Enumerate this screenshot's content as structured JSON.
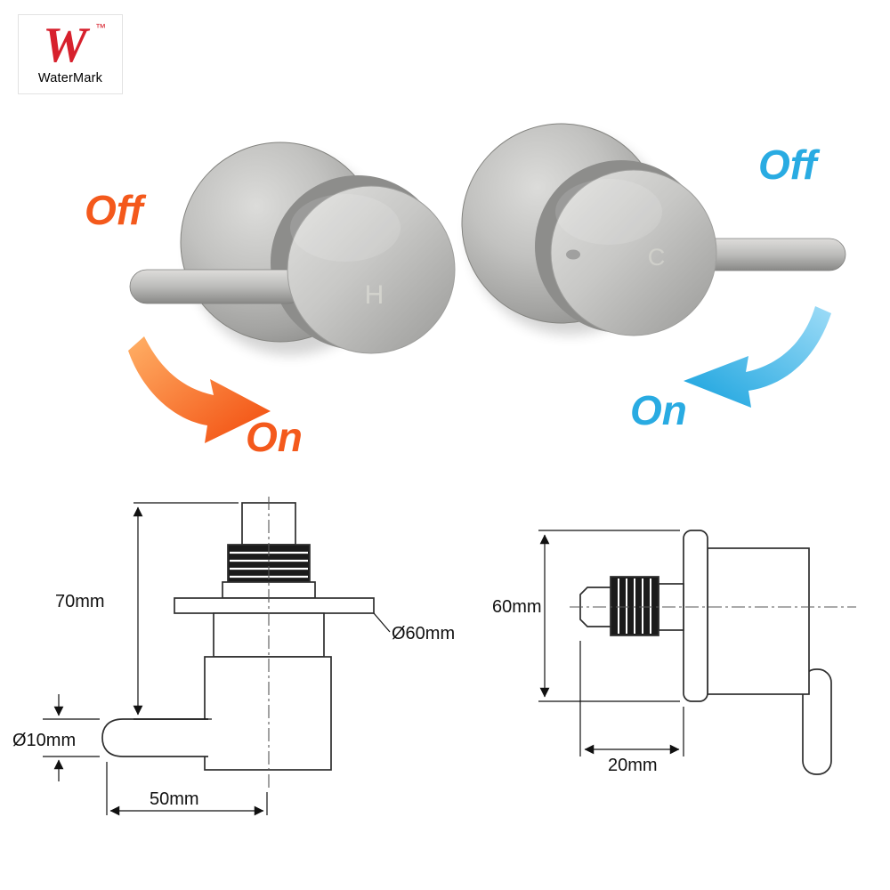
{
  "certification": {
    "letter": "W",
    "trademark": "™",
    "name": "WaterMark"
  },
  "hot_valve": {
    "marking": "H",
    "off_label": "Off",
    "on_label": "On",
    "accent_color": "#f4591c",
    "rotation": "clockwise"
  },
  "cold_valve": {
    "marking": "C",
    "off_label": "Off",
    "on_label": "On",
    "accent_color": "#29abe2",
    "rotation": "counter-clockwise"
  },
  "left_drawing": {
    "height": "70mm",
    "flange_diameter": "Ø60mm",
    "handle_diameter": "Ø10mm",
    "handle_length": "50mm"
  },
  "right_drawing": {
    "height": "60mm",
    "depth": "20mm"
  }
}
